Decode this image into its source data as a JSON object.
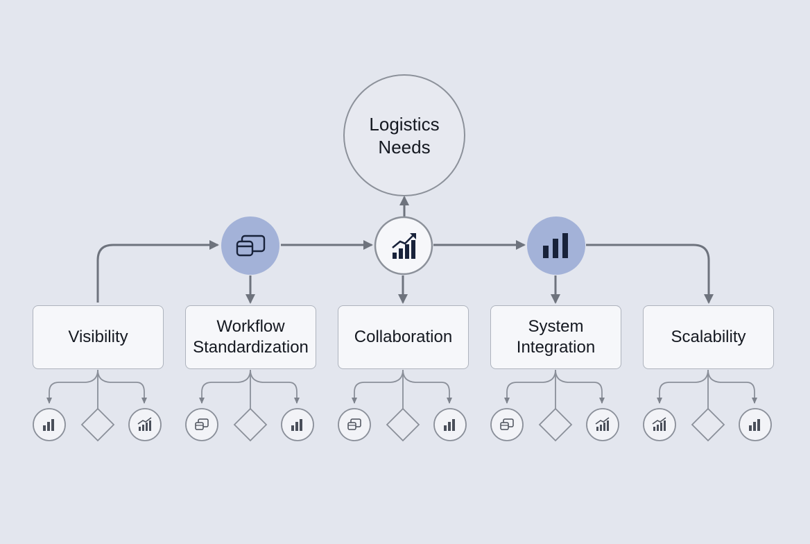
{
  "root": {
    "label_line1": "Logistics",
    "label_line2": "Needs"
  },
  "hub_icons": [
    "windows-icon",
    "trend-chart-icon",
    "bar-chart-icon"
  ],
  "categories": [
    {
      "line1": "Visibility",
      "line2": "",
      "icons": [
        "bar-chart-icon",
        "diamond-shape",
        "trend-chart-icon"
      ]
    },
    {
      "line1": "Workflow",
      "line2": "Standardization",
      "icons": [
        "windows-icon",
        "diamond-shape",
        "bar-chart-icon"
      ]
    },
    {
      "line1": "Collaboration",
      "line2": "",
      "icons": [
        "windows-icon",
        "diamond-shape",
        "bar-chart-icon"
      ]
    },
    {
      "line1": "System",
      "line2": "Integration",
      "icons": [
        "windows-icon",
        "diamond-shape",
        "trend-chart-icon"
      ]
    },
    {
      "line1": "Scalability",
      "line2": "",
      "icons": [
        "trend-chart-icon",
        "diamond-shape",
        "bar-chart-icon"
      ]
    }
  ],
  "colors": {
    "background": "#e3e6ee",
    "connector": "#6e737d",
    "accent_hub": "#a3b2d8",
    "icon_dark": "#18223a"
  }
}
